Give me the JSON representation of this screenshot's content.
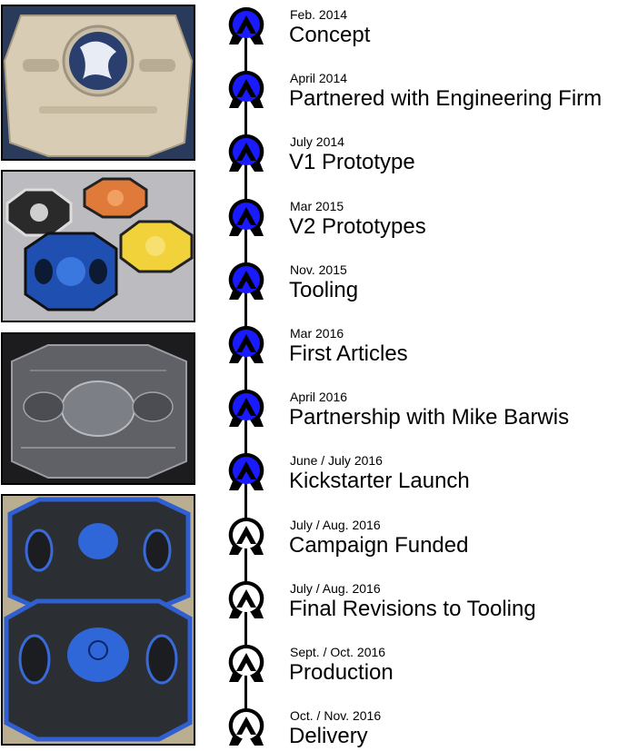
{
  "photos": [
    {
      "name": "concept-photo",
      "icon": "beige-prototype-board"
    },
    {
      "name": "prototypes-photo",
      "icon": "colored-prototype-boards"
    },
    {
      "name": "tooling-photo",
      "icon": "clear-tooling-mold"
    },
    {
      "name": "production-photo",
      "icon": "blue-production-boards"
    }
  ],
  "colors": {
    "complete_fill": "#1a1aff",
    "pending_fill": "#ffffff",
    "outline": "#000000"
  },
  "milestones": [
    {
      "date": "Feb. 2014",
      "title": "Concept",
      "status": "complete"
    },
    {
      "date": "April 2014",
      "title": "Partnered with Engineering Firm",
      "status": "complete"
    },
    {
      "date": "July 2014",
      "title": "V1 Prototype",
      "status": "complete"
    },
    {
      "date": "Mar 2015",
      "title": "V2 Prototypes",
      "status": "complete"
    },
    {
      "date": "Nov. 2015",
      "title": "Tooling",
      "status": "complete"
    },
    {
      "date": "Mar 2016",
      "title": "First Articles",
      "status": "complete"
    },
    {
      "date": "April 2016",
      "title": "Partnership with Mike Barwis",
      "status": "complete"
    },
    {
      "date": "June / July 2016",
      "title": "Kickstarter Launch",
      "status": "complete"
    },
    {
      "date": "July / Aug. 2016",
      "title": "Campaign Funded",
      "status": "pending"
    },
    {
      "date": "July / Aug. 2016",
      "title": "Final Revisions to Tooling",
      "status": "pending"
    },
    {
      "date": "Sept. / Oct. 2016",
      "title": "Production",
      "status": "pending"
    },
    {
      "date": "Oct. / Nov. 2016",
      "title": "Delivery",
      "status": "pending"
    }
  ]
}
